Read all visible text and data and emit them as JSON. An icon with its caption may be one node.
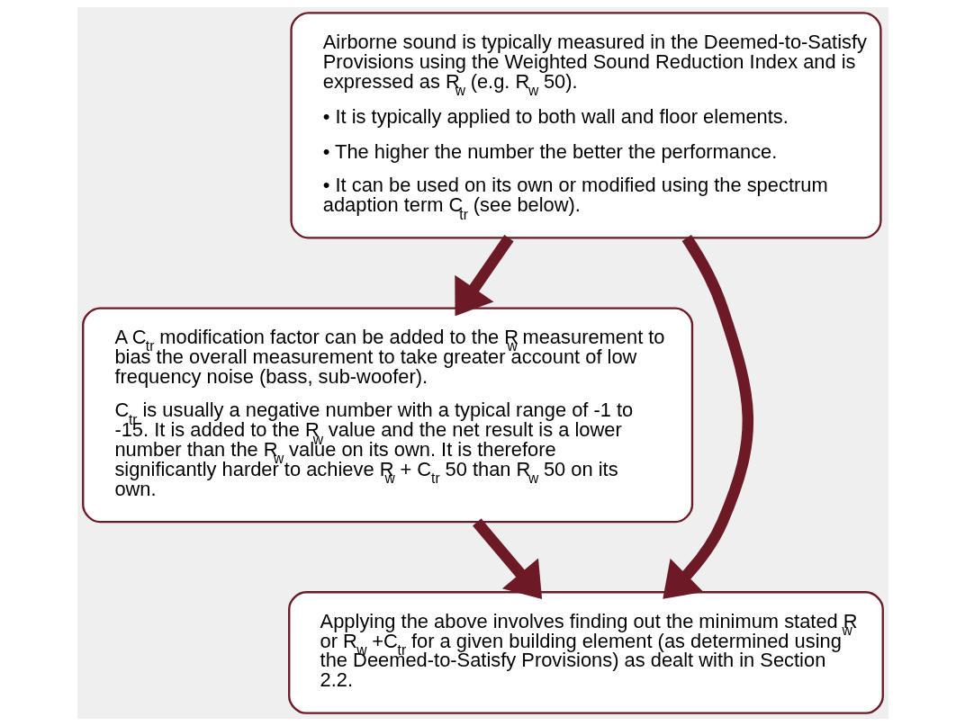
{
  "diagram": {
    "nodes": [
      {
        "text": [
          "Airborne sound is typically measured in the Deemed-to-Satisfy Provisions using the Weighted Sound Reduction Index and is expressed as R$_{w}$ (e.g. R$_{w}$ 50).",
          "• It is typically applied to both wall and floor elements.",
          "• The higher the number the better the performance.",
          "• It can be used on its own or modified using the spectrum adaption term C$_{tr}$ (see below)."
        ]
      },
      {
        "text": [
          "A C$_{tr}$ modification factor can be added to the R$_{w}$ measurement to bias the overall measurement to take greater account of low frequency noise (bass, sub-woofer).",
          "C$_{tr}$ is usually a negative number with a typical range of -1 to -15. It is added to the R$_{w}$ value and the net result is a lower number than the R$_{w}$ value on its own. It is therefore significantly harder to achieve R$_{w}$ + C$_{tr}$ 50 than R$_{w}$ 50 on its own."
        ]
      },
      {
        "text": [
          "Applying the above involves finding out the minimum stated R$_{w}$ or R$_{w}$ +C$_{tr}$ for a given building element (as determined using the Deemed-to-Satisfy Provisions) as dealt with in Section 2.2."
        ]
      }
    ],
    "edges": [
      {
        "from": 0,
        "to": 2,
        "arrow": "to"
      },
      {
        "from": 0,
        "to": 1,
        "arrow": "to"
      },
      {
        "from": 1,
        "to": 2,
        "arrow": "to"
      }
    ]
  }
}
